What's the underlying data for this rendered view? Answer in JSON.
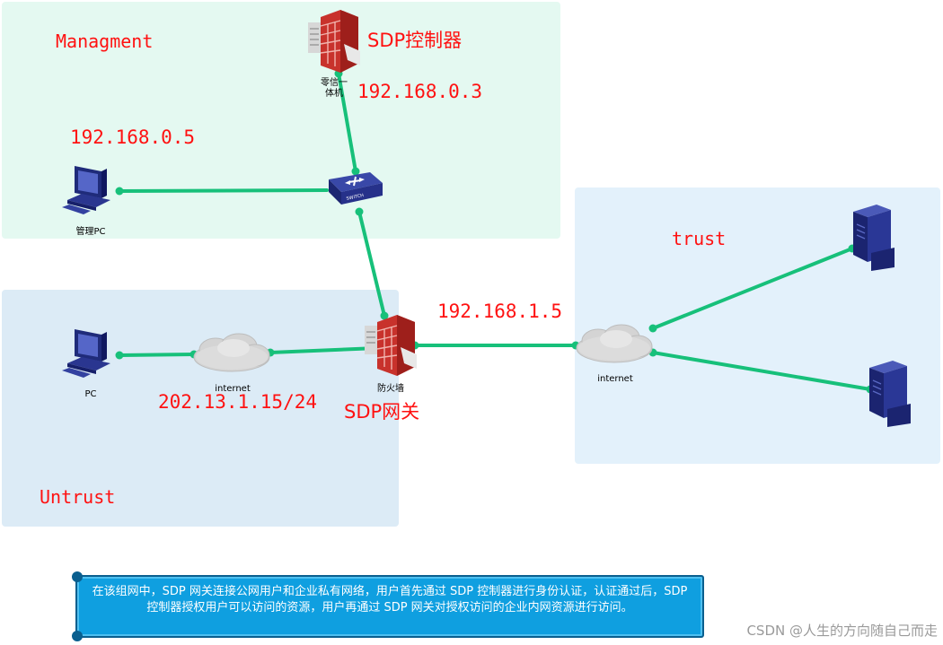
{
  "zones": {
    "management_label": "Managment",
    "untrust_label": "Untrust",
    "trust_label": "trust"
  },
  "controller": {
    "title": "SDP控制器",
    "ip": "192.168.0.3",
    "device_label_line1": "零信一",
    "device_label_line2": "体机"
  },
  "admin_pc": {
    "ip": "192.168.0.5",
    "label": "管理PC"
  },
  "pc": {
    "label": "PC"
  },
  "internet_left": {
    "label": "internet",
    "ip": "202.13.1.15/24"
  },
  "gateway": {
    "device_label": "防火墙",
    "title": "SDP网关",
    "ip": "192.168.1.5"
  },
  "internet_right": {
    "label": "internet"
  },
  "note": {
    "text": "在该组网中，SDP 网关连接公网用户和企业私有网络，用户首先通过 SDP 控制器进行身份认证，认证通过后，SDP 控制器授权用户可以访问的资源，用户再通过 SDP 网关对授权访问的企业内网资源进行访问。"
  },
  "watermark": "CSDN @人生的方向随自己而走",
  "colors": {
    "link": "#17c07a",
    "label": "#ff1111",
    "note_bg": "#0f9fe0"
  },
  "icons": [
    "firewall-icon",
    "switch-icon",
    "pc-icon",
    "cloud-icon",
    "server-icon"
  ]
}
